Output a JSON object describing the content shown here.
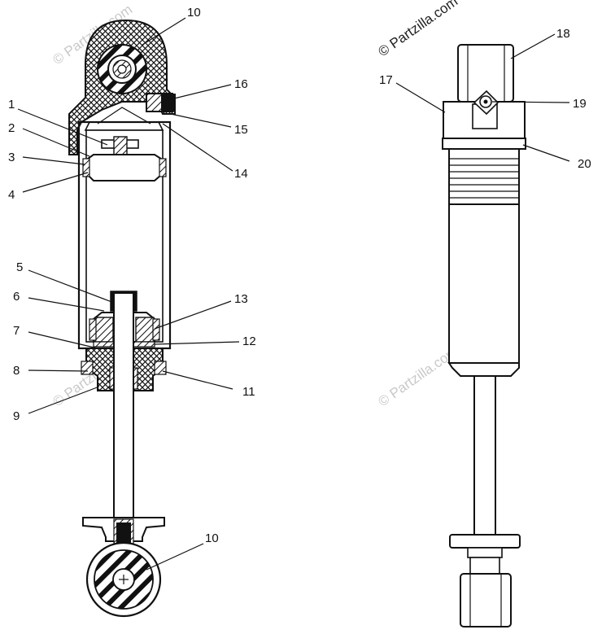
{
  "watermark": {
    "text": "© Partzilla.com",
    "text_top_right": "© Partzilla.com"
  },
  "callouts": {
    "c1": "1",
    "c2": "2",
    "c3": "3",
    "c4": "4",
    "c5": "5",
    "c6": "6",
    "c7": "7",
    "c8": "8",
    "c9": "9",
    "c10_top": "10",
    "c10_bottom": "10",
    "c11": "11",
    "c12": "12",
    "c13": "13",
    "c14": "14",
    "c15": "15",
    "c16": "16",
    "c17": "17",
    "c18": "18",
    "c19": "19",
    "c20": "20"
  }
}
